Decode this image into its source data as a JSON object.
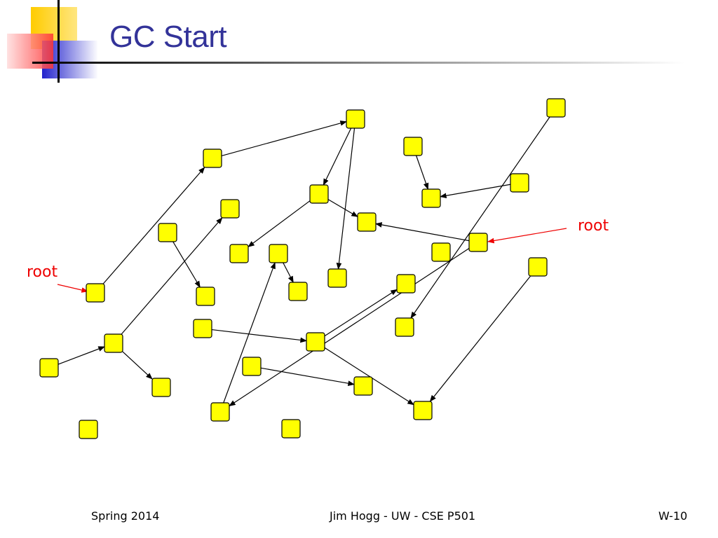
{
  "slide": {
    "title": "GC Start",
    "footer_left": "Spring 2014",
    "footer_center": "Jim Hogg - UW - CSE P501",
    "footer_right": "W-10"
  },
  "diagram": {
    "root_labels": [
      "root",
      "root"
    ],
    "colors": {
      "node_fill": "#ffff00",
      "node_stroke": "#000000",
      "edge": "#000000",
      "root_edge": "#ee0000",
      "title": "#333399"
    }
  }
}
